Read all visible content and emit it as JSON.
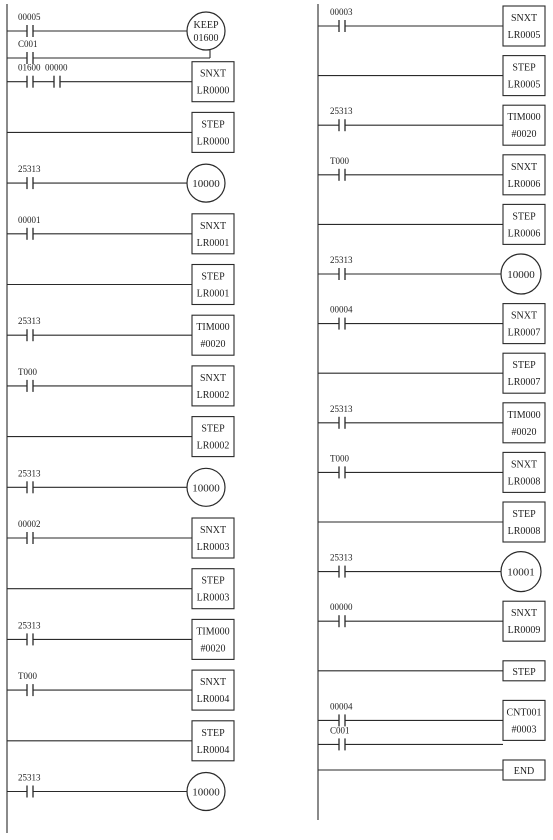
{
  "colors": {
    "stroke": "#2a2a2a",
    "text": "#222222",
    "background": "#ffffff"
  },
  "left_ladder": [
    {
      "contacts": [
        "00005"
      ],
      "out": {
        "type": "circle",
        "lines": [
          "KEEP",
          "01600"
        ]
      },
      "branch": "C001"
    },
    {
      "contacts": [
        "01600",
        "00000"
      ],
      "out": {
        "type": "box",
        "lines": [
          "SNXT",
          "LR0000"
        ]
      }
    },
    {
      "contacts": [],
      "out": {
        "type": "box",
        "lines": [
          "STEP",
          "LR0000"
        ]
      }
    },
    {
      "contacts": [
        "25313"
      ],
      "out": {
        "type": "circle",
        "lines": [
          "10000"
        ]
      }
    },
    {
      "contacts": [
        "00001"
      ],
      "out": {
        "type": "box",
        "lines": [
          "SNXT",
          "LR0001"
        ]
      }
    },
    {
      "contacts": [],
      "out": {
        "type": "box",
        "lines": [
          "STEP",
          "LR0001"
        ]
      }
    },
    {
      "contacts": [
        "25313"
      ],
      "out": {
        "type": "box",
        "lines": [
          "TIM000",
          "#0020"
        ]
      }
    },
    {
      "contacts": [
        "T000"
      ],
      "out": {
        "type": "box",
        "lines": [
          "SNXT",
          "LR0002"
        ]
      }
    },
    {
      "contacts": [],
      "out": {
        "type": "box",
        "lines": [
          "STEP",
          "LR0002"
        ]
      }
    },
    {
      "contacts": [
        "25313"
      ],
      "out": {
        "type": "circle",
        "lines": [
          "10000"
        ]
      }
    },
    {
      "contacts": [
        "00002"
      ],
      "out": {
        "type": "box",
        "lines": [
          "SNXT",
          "LR0003"
        ]
      }
    },
    {
      "contacts": [],
      "out": {
        "type": "box",
        "lines": [
          "STEP",
          "LR0003"
        ]
      }
    },
    {
      "contacts": [
        "25313"
      ],
      "out": {
        "type": "box",
        "lines": [
          "TIM000",
          "#0020"
        ]
      }
    },
    {
      "contacts": [
        "T000"
      ],
      "out": {
        "type": "box",
        "lines": [
          "SNXT",
          "LR0004"
        ]
      }
    },
    {
      "contacts": [],
      "out": {
        "type": "box",
        "lines": [
          "STEP",
          "LR0004"
        ]
      }
    },
    {
      "contacts": [
        "25313"
      ],
      "out": {
        "type": "circle",
        "lines": [
          "10000"
        ]
      }
    }
  ],
  "right_ladder": [
    {
      "contacts": [
        "00003"
      ],
      "out": {
        "type": "box",
        "lines": [
          "SNXT",
          "LR0005"
        ]
      }
    },
    {
      "contacts": [],
      "out": {
        "type": "box",
        "lines": [
          "STEP",
          "LR0005"
        ]
      }
    },
    {
      "contacts": [
        "25313"
      ],
      "out": {
        "type": "box",
        "lines": [
          "TIM000",
          "#0020"
        ]
      }
    },
    {
      "contacts": [
        "T000"
      ],
      "out": {
        "type": "box",
        "lines": [
          "SNXT",
          "LR0006"
        ]
      }
    },
    {
      "contacts": [],
      "out": {
        "type": "box",
        "lines": [
          "STEP",
          "LR0006"
        ]
      }
    },
    {
      "contacts": [
        "25313"
      ],
      "out": {
        "type": "circle",
        "lines": [
          "10000"
        ]
      }
    },
    {
      "contacts": [
        "00004"
      ],
      "out": {
        "type": "box",
        "lines": [
          "SNXT",
          "LR0007"
        ]
      }
    },
    {
      "contacts": [],
      "out": {
        "type": "box",
        "lines": [
          "STEP",
          "LR0007"
        ]
      }
    },
    {
      "contacts": [
        "25313"
      ],
      "out": {
        "type": "box",
        "lines": [
          "TIM000",
          "#0020"
        ]
      }
    },
    {
      "contacts": [
        "T000"
      ],
      "out": {
        "type": "box",
        "lines": [
          "SNXT",
          "LR0008"
        ]
      }
    },
    {
      "contacts": [],
      "out": {
        "type": "box",
        "lines": [
          "STEP",
          "LR0008"
        ]
      }
    },
    {
      "contacts": [
        "25313"
      ],
      "out": {
        "type": "circle",
        "lines": [
          "10001"
        ]
      }
    },
    {
      "contacts": [
        "00000"
      ],
      "out": {
        "type": "box",
        "lines": [
          "SNXT",
          "LR0009"
        ]
      }
    },
    {
      "contacts": [],
      "out": {
        "type": "box",
        "lines": [
          "STEP"
        ]
      }
    },
    {
      "contacts": [
        "00004"
      ],
      "out": {
        "type": "box",
        "lines": [
          "CNT001",
          "#0003"
        ]
      },
      "branch": "C001"
    },
    {
      "contacts": [],
      "out": {
        "type": "box",
        "lines": [
          "END"
        ]
      }
    }
  ]
}
